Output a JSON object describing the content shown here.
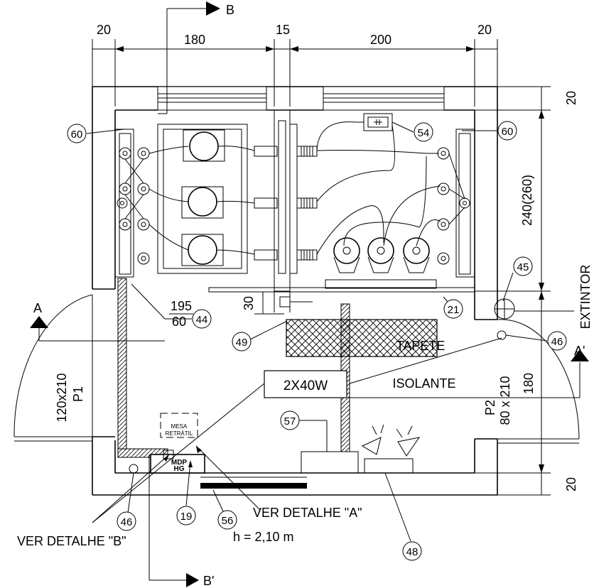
{
  "dimensions": {
    "top": [
      "20",
      "180",
      "15",
      "200",
      "20"
    ],
    "right_top": "20",
    "right_mid": "240(260)",
    "right_lower": "180",
    "right_bottom": "20",
    "step_height": "30",
    "panel_fraction_top": "195",
    "panel_fraction_bottom": "60"
  },
  "sections": {
    "b": "B",
    "b_prime": "B'",
    "a": "A",
    "a_prime": "A'"
  },
  "doors": {
    "p1_size": "120x210",
    "p1_label": "P1",
    "p2_label": "P2",
    "p2_size": "80 x 210"
  },
  "labels": {
    "extintor": "EXTINTOR",
    "tapete_line1": "TAPETE",
    "tapete_line2": "ISOLANTE",
    "luminaire": "2X40W",
    "mesa_line1": "MESA",
    "mesa_line2": "RETRÁTIL",
    "detail_a": "VER DETALHE \"A\"",
    "detail_b": "VER DETALHE \"B\"",
    "height": "h = 2,10 m",
    "mdp_line1": "MDP",
    "mdp_line2": "HG"
  },
  "callouts": [
    {
      "id": "callout-60-left",
      "num": "60"
    },
    {
      "id": "callout-60-right",
      "num": "60"
    },
    {
      "id": "callout-54",
      "num": "54"
    },
    {
      "id": "callout-45",
      "num": "45"
    },
    {
      "id": "callout-21",
      "num": "21"
    },
    {
      "id": "callout-44",
      "num": "44"
    },
    {
      "id": "callout-46-right",
      "num": "46"
    },
    {
      "id": "callout-49",
      "num": "49"
    },
    {
      "id": "callout-57",
      "num": "57"
    },
    {
      "id": "callout-46-left",
      "num": "46"
    },
    {
      "id": "callout-19",
      "num": "19"
    },
    {
      "id": "callout-56",
      "num": "56"
    },
    {
      "id": "callout-48",
      "num": "48"
    }
  ]
}
